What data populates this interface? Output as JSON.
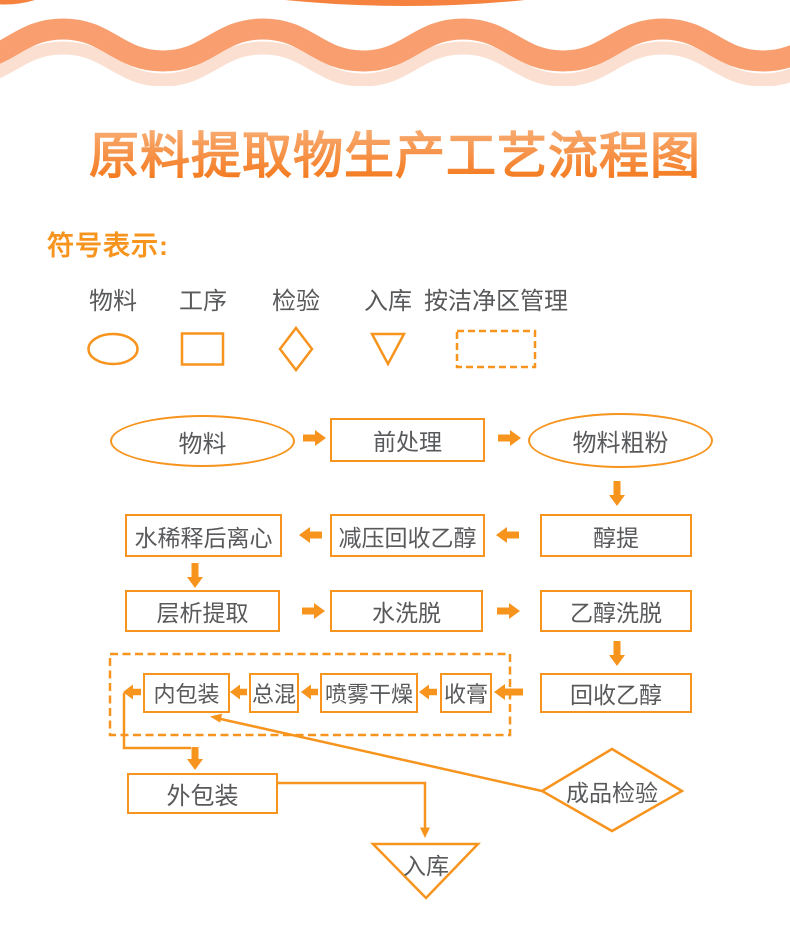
{
  "title": "原料提取物生产工艺流程图",
  "legend": {
    "heading": "符号表示:",
    "items": [
      {
        "label": "物料",
        "shape": "ellipse"
      },
      {
        "label": "工序",
        "shape": "rect"
      },
      {
        "label": "检验",
        "shape": "diamond"
      },
      {
        "label": "入库",
        "shape": "triangle"
      },
      {
        "label": "按洁净区管理",
        "shape": "dashed-rect"
      }
    ]
  },
  "flow": {
    "nodes": {
      "material": "物料",
      "pretreatment": "前处理",
      "coarse_powder": "物料粗粉",
      "alcohol_extraction": "醇提",
      "vacuum_ethanol_recovery": "减压回收乙醇",
      "water_dilution_centrifuge": "水稀释后离心",
      "chromatography_extraction": "层析提取",
      "water_elution": "水洗脱",
      "ethanol_elution": "乙醇洗脱",
      "ethanol_recovery": "回收乙醇",
      "inner_packaging": "内包装",
      "total_mixing": "总混",
      "spray_drying": "喷雾干燥",
      "paste_collection": "收膏",
      "outer_packaging": "外包装",
      "product_inspection": "成品检验",
      "warehousing": "入库"
    }
  },
  "colors": {
    "accent": "#F7941E",
    "text": "#58595B",
    "wave_primary": "#F99E6E",
    "wave_secondary": "#FBDFD0",
    "wave_tip": "#F5823F",
    "title_top": "#F9B887",
    "title_bottom": "#F47A1F"
  }
}
